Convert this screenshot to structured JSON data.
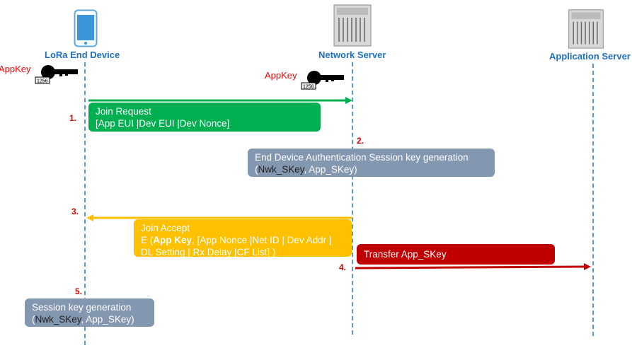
{
  "actors": {
    "device": "LoRa End Device",
    "network": "Network Server",
    "application": "Application Server"
  },
  "keys": {
    "device_key_label": "AppKey",
    "network_key_label": "AppKey",
    "key_tag": "1256"
  },
  "steps": [
    {
      "num": "1.",
      "line1": "Join Request",
      "line2": "[App EUI |Dev EUI |Dev Nonce]"
    },
    {
      "num": "2.",
      "line1": "End Device Authentication Session key generation",
      "paren_open": "(",
      "nwk": "Nwk_SKey",
      ", ": ", ",
      "app": "App_SKey)"
    },
    {
      "num": "3.",
      "line1": "Join Accept",
      "line2_a": "E (",
      "line2_b": "App Key",
      "line2_c": ", [App Nonce |Net ID | Dev Addr |",
      "line3": "DL Setting | Rx Delay |CF List] )"
    },
    {
      "num": "4.",
      "line1": "Transfer  App_SKey"
    },
    {
      "num": "5.",
      "line1": "Session key generation",
      "paren_open": "(",
      "nwk": "Nwk_SKey",
      "app": ", App_SKey)"
    }
  ],
  "colors": {
    "lifeline": "#5b9bd5",
    "actor": "#1f6fbf",
    "join_request": "#00b050",
    "session": "#8497b0",
    "join_accept": "#ffc000",
    "transfer": "#c00000",
    "step_number": "#e00000"
  }
}
